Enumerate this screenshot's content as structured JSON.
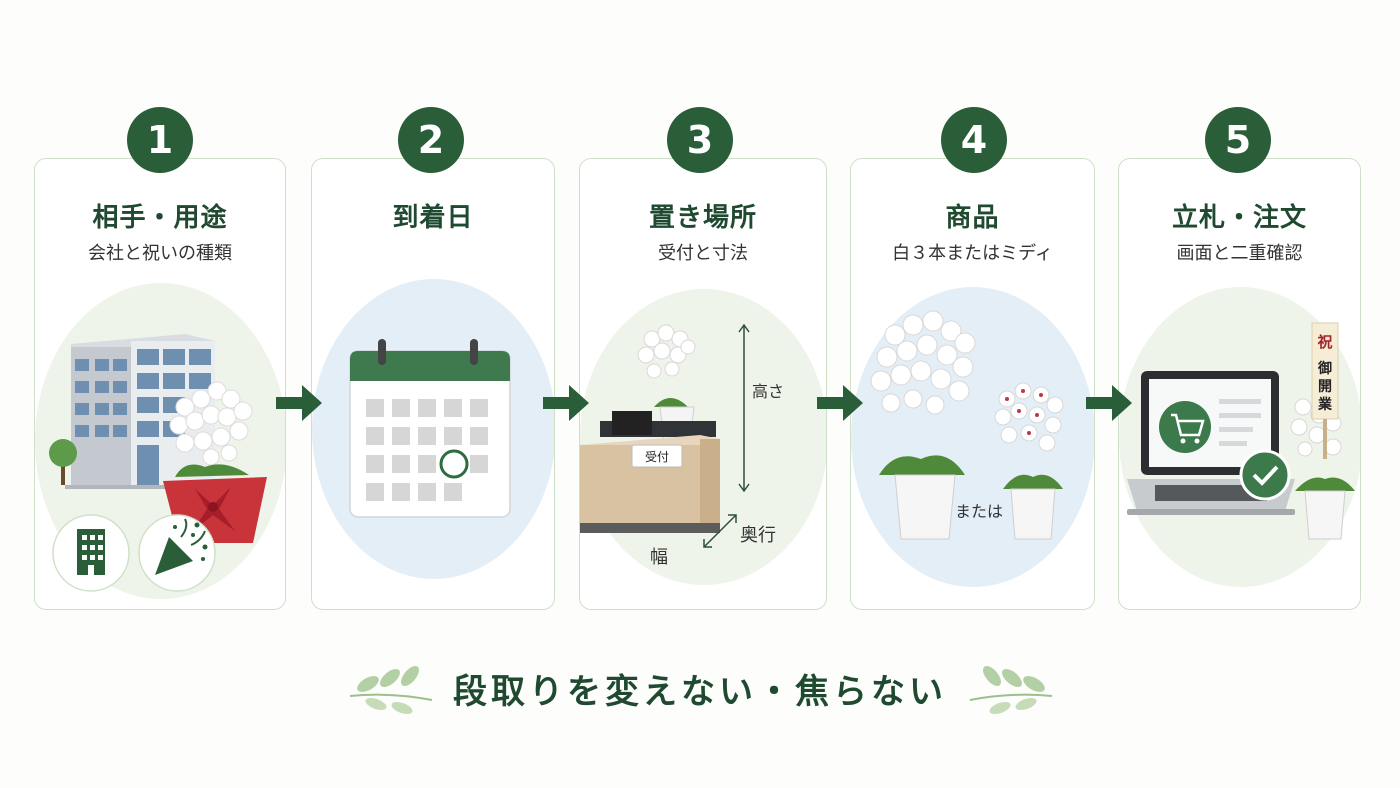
{
  "steps": [
    {
      "number": "1",
      "title": "相手・用途",
      "subtitle": "会社と祝いの種類"
    },
    {
      "number": "2",
      "title": "到着日",
      "subtitle": ""
    },
    {
      "number": "3",
      "title": "置き場所",
      "subtitle": "受付と寸法"
    },
    {
      "number": "4",
      "title": "商品",
      "subtitle": "白３本またはミディ"
    },
    {
      "number": "5",
      "title": "立札・注文",
      "subtitle": "画面と二重確認"
    }
  ],
  "step3_labels": {
    "reception": "受付",
    "height": "高さ",
    "depth": "奥行",
    "width": "幅"
  },
  "step4_labels": {
    "or": "または"
  },
  "step5_labels": {
    "tag_celebration": "祝",
    "tag_line1": "御",
    "tag_line2": "開",
    "tag_line3": "業"
  },
  "slogan": "段取りを変えない・焦らない",
  "colors": {
    "accent": "#295e39",
    "card_border": "#cfe0c8",
    "circle_green": "#eef4e9",
    "circle_blue": "#e4eef6",
    "pot_red": "#c9333a"
  }
}
